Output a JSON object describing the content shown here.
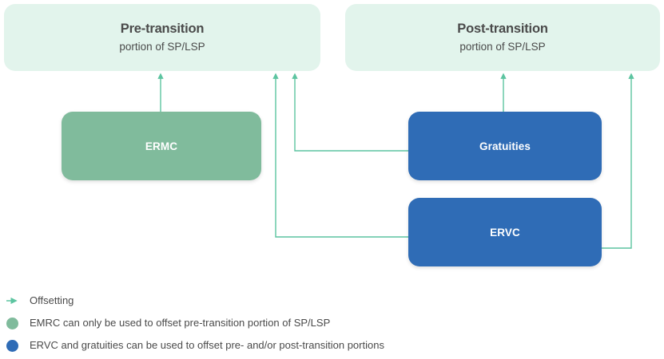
{
  "diagram": {
    "bands": [
      {
        "key": "pre",
        "title": "Pre-transition",
        "subtitle": "portion of SP/LSP"
      },
      {
        "key": "post",
        "title": "Post-transition",
        "subtitle": "portion of SP/LSP"
      }
    ],
    "nodes": [
      {
        "key": "ermc",
        "label": "ERMC",
        "color": "#80bb9c"
      },
      {
        "key": "gratuities",
        "label": "Gratuities",
        "color": "#2f6cb6"
      },
      {
        "key": "ervc",
        "label": "ERVC",
        "color": "#2f6cb6"
      }
    ],
    "legend": [
      {
        "marker": "arrow",
        "color": "#5cc4a0",
        "text": "Offsetting"
      },
      {
        "marker": "dot",
        "color": "#80bb9c",
        "text": "EMRC can only be used to offset pre-transition portion of SP/LSP"
      },
      {
        "marker": "dot",
        "color": "#2f6cb6",
        "text": "ERVC and gratuities can be used to offset pre- and/or post-transition portions"
      }
    ]
  },
  "colors": {
    "band_fill": "#e2f4ec",
    "green_node": "#80bb9c",
    "blue_node": "#2f6cb6",
    "connector": "#5cc4a0",
    "text": "#4a4a4a",
    "node_text": "#ffffff",
    "page_bg": "#ffffff"
  }
}
